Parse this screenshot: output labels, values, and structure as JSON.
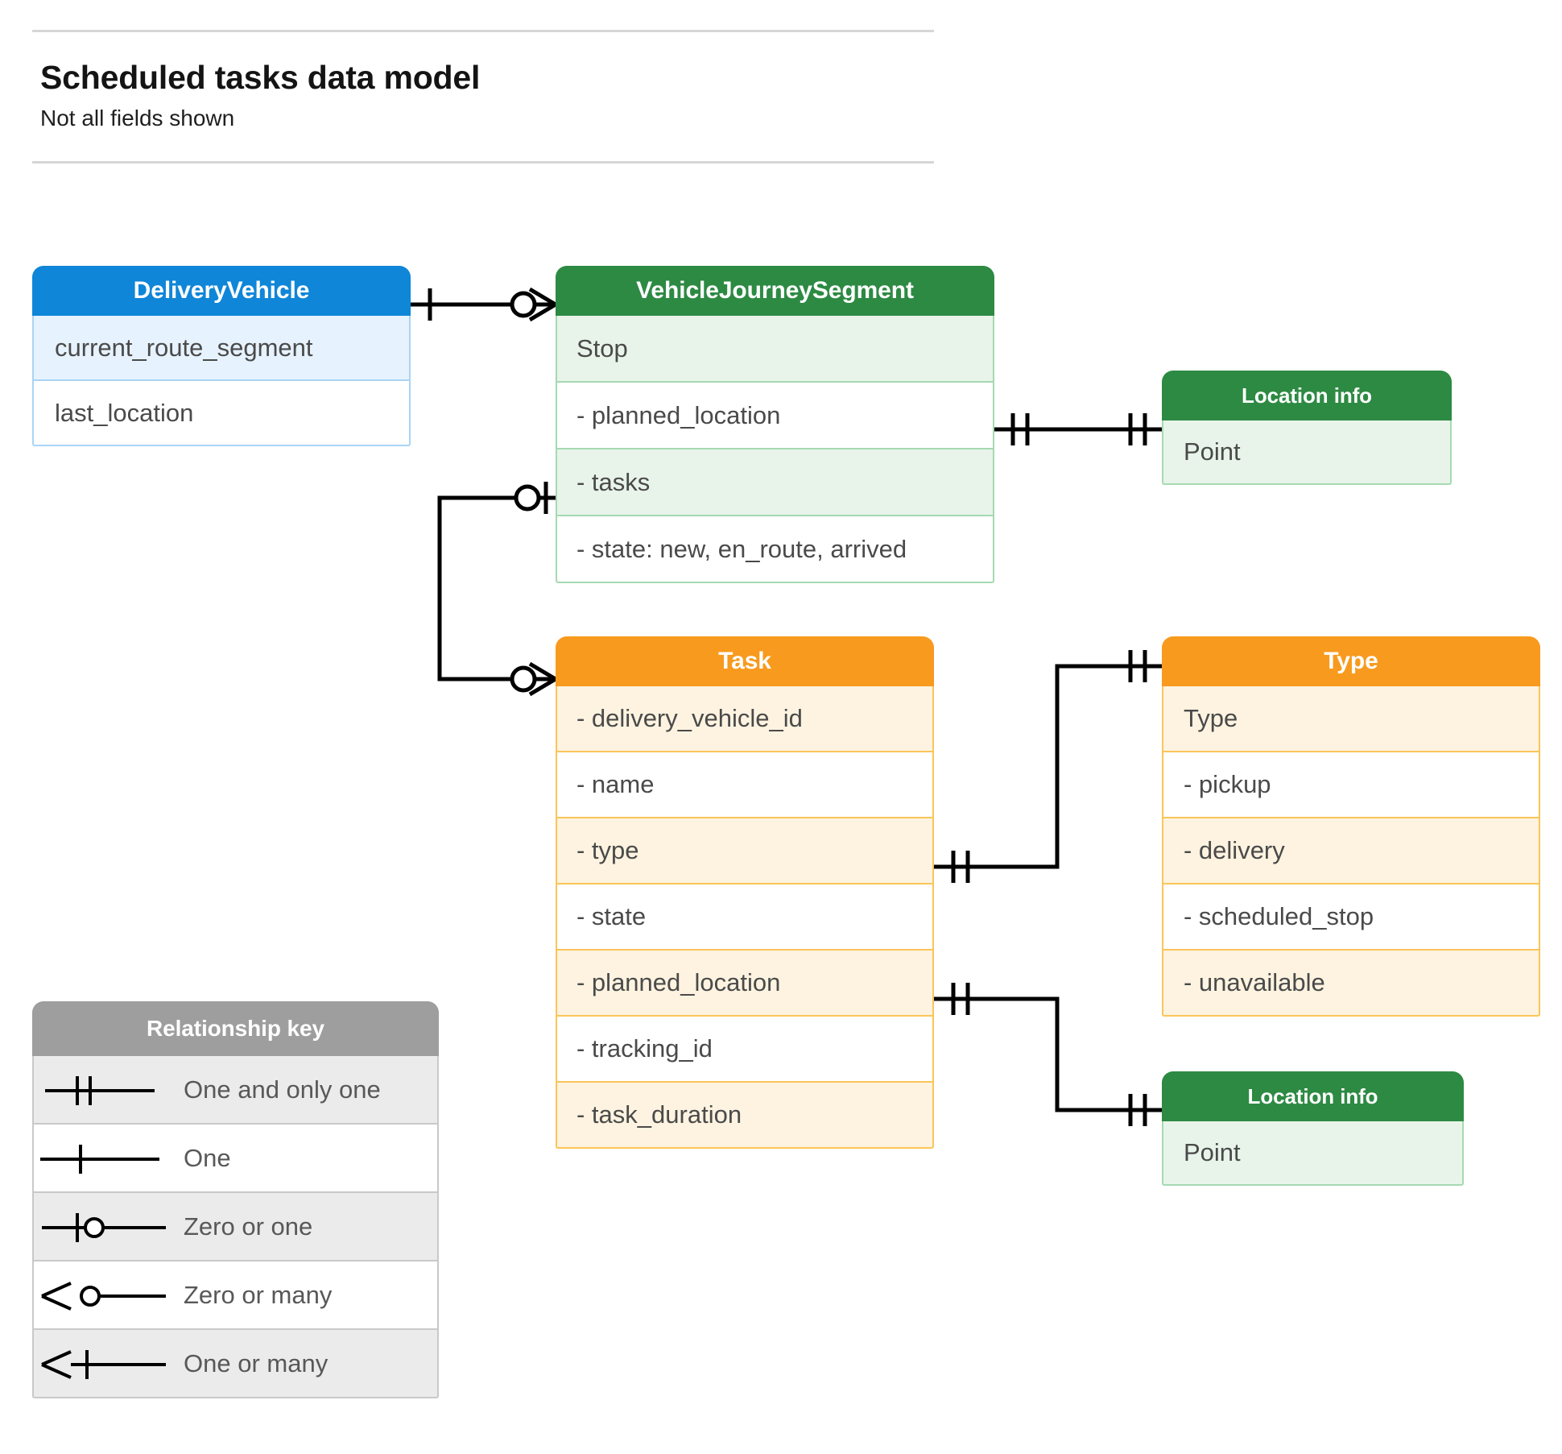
{
  "header": {
    "title": "Scheduled tasks data model",
    "subtitle": "Not all fields shown"
  },
  "colors": {
    "blue": "#0f86d8",
    "blue_row": "#e6f2fd",
    "blue_border": "#a9d5f5",
    "green": "#2d8a43",
    "green_row": "#e8f4ea",
    "green_border": "#a6d9b2",
    "orange": "#f89a1e",
    "orange_row": "#fdf3e0",
    "orange_border": "#fbc559",
    "grey": "#9e9e9e",
    "grey_row": "#ebebeb",
    "line": "#000000",
    "title_text": "#141414",
    "row_text": "#4a4a4a"
  },
  "entities": {
    "delivery_vehicle": {
      "title": "DeliveryVehicle",
      "rows": [
        "current_route_segment",
        "last_location"
      ]
    },
    "vehicle_journey_segment": {
      "title": "VehicleJourneySegment",
      "rows": [
        "Stop",
        "-  planned_location",
        "- tasks",
        "- state: new, en_route, arrived"
      ]
    },
    "location_info_top": {
      "title": "Location info",
      "rows": [
        "Point"
      ]
    },
    "task": {
      "title": "Task",
      "rows": [
        "- delivery_vehicle_id",
        "- name",
        "- type",
        "- state",
        "- planned_location",
        "- tracking_id",
        "- task_duration"
      ]
    },
    "type": {
      "title": "Type",
      "rows": [
        "Type",
        "-   pickup",
        "-   delivery",
        "-   scheduled_stop",
        "-   unavailable"
      ]
    },
    "location_info_bottom": {
      "title": "Location info",
      "rows": [
        "Point"
      ]
    }
  },
  "legend": {
    "title": "Relationship key",
    "items": [
      {
        "label": "One and only one",
        "symbol": "one-and-only-one"
      },
      {
        "label": "One",
        "symbol": "one"
      },
      {
        "label": "Zero or one",
        "symbol": "zero-or-one"
      },
      {
        "label": "Zero or many",
        "symbol": "zero-or-many"
      },
      {
        "label": "One or many",
        "symbol": "one-or-many"
      }
    ]
  },
  "relationships": [
    {
      "name": "deliveryvehicle-to-vehiclejourneysegment",
      "from": "DeliveryVehicle",
      "to": "VehicleJourneySegment",
      "from_cardinality": "One",
      "to_cardinality": "Zero or many"
    },
    {
      "name": "vehiclejourneysegment-plannedlocation-to-locationinfo",
      "from": "VehicleJourneySegment.planned_location",
      "to": "Location info",
      "from_cardinality": "One and only one",
      "to_cardinality": "One and only one"
    },
    {
      "name": "vehiclejourneysegment-tasks-to-task",
      "from": "VehicleJourneySegment.tasks",
      "to": "Task",
      "from_cardinality": "Zero or one",
      "to_cardinality": "Zero or many"
    },
    {
      "name": "task-type-to-type",
      "from": "Task.type",
      "to": "Type",
      "from_cardinality": "One and only one",
      "to_cardinality": "One and only one"
    },
    {
      "name": "task-plannedlocation-to-locationinfo",
      "from": "Task.planned_location",
      "to": "Location info",
      "from_cardinality": "One and only one",
      "to_cardinality": "One and only one"
    }
  ]
}
